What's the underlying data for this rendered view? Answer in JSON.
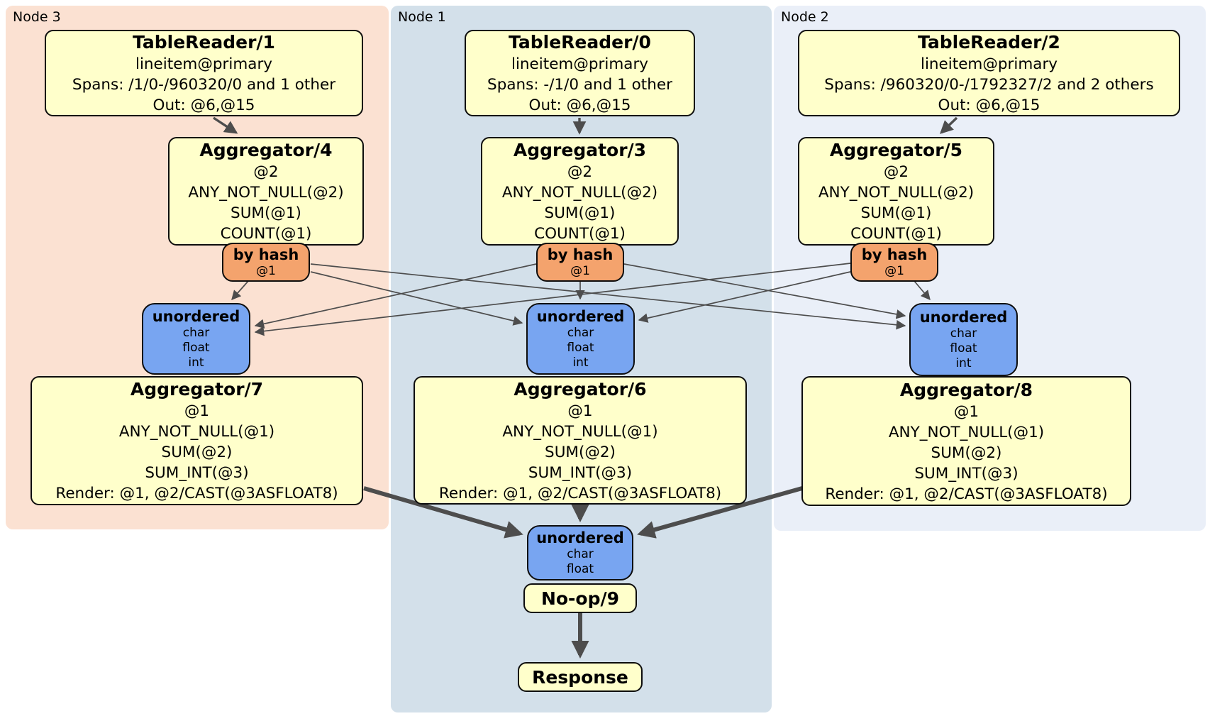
{
  "nodes": {
    "node3": {
      "label": "Node 3"
    },
    "node1": {
      "label": "Node 1"
    },
    "node2": {
      "label": "Node 2"
    }
  },
  "processors": {
    "tr1": {
      "title": "TableReader/1",
      "lines": [
        "lineitem@primary",
        "Spans: /1/0-/960320/0 and 1 other",
        "Out: @6,@15"
      ]
    },
    "agg4": {
      "title": "Aggregator/4",
      "lines": [
        "@2",
        "ANY_NOT_NULL(@2)",
        "SUM(@1)",
        "COUNT(@1)"
      ]
    },
    "agg7": {
      "title": "Aggregator/7",
      "lines": [
        "@1",
        "ANY_NOT_NULL(@1)",
        "SUM(@2)",
        "SUM_INT(@3)",
        "Render: @1, @2/CAST(@3ASFLOAT8)"
      ]
    },
    "tr0": {
      "title": "TableReader/0",
      "lines": [
        "lineitem@primary",
        "Spans: -/1/0 and 1 other",
        "Out: @6,@15"
      ]
    },
    "agg3": {
      "title": "Aggregator/3",
      "lines": [
        "@2",
        "ANY_NOT_NULL(@2)",
        "SUM(@1)",
        "COUNT(@1)"
      ]
    },
    "agg6": {
      "title": "Aggregator/6",
      "lines": [
        "@1",
        "ANY_NOT_NULL(@1)",
        "SUM(@2)",
        "SUM_INT(@3)",
        "Render: @1, @2/CAST(@3ASFLOAT8)"
      ]
    },
    "tr2": {
      "title": "TableReader/2",
      "lines": [
        "lineitem@primary",
        "Spans: /960320/0-/1792327/2 and 2 others",
        "Out: @6,@15"
      ]
    },
    "agg5": {
      "title": "Aggregator/5",
      "lines": [
        "@2",
        "ANY_NOT_NULL(@2)",
        "SUM(@1)",
        "COUNT(@1)"
      ]
    },
    "agg8": {
      "title": "Aggregator/8",
      "lines": [
        "@1",
        "ANY_NOT_NULL(@1)",
        "SUM(@2)",
        "SUM_INT(@3)",
        "Render: @1, @2/CAST(@3ASFLOAT8)"
      ]
    },
    "noop": {
      "title": "No-op/9"
    },
    "response": {
      "title": "Response"
    }
  },
  "routers": {
    "byhash3": {
      "title": "by hash",
      "key": "@1"
    },
    "byhash1": {
      "title": "by hash",
      "key": "@1"
    },
    "byhash2": {
      "title": "by hash",
      "key": "@1"
    }
  },
  "syncs": {
    "uno3": {
      "title": "unordered",
      "columns": [
        "char",
        "float",
        "int"
      ]
    },
    "uno1": {
      "title": "unordered",
      "columns": [
        "char",
        "float",
        "int"
      ]
    },
    "uno2": {
      "title": "unordered",
      "columns": [
        "char",
        "float",
        "int"
      ]
    },
    "unoFinal": {
      "title": "unordered",
      "columns": [
        "char",
        "float"
      ]
    }
  },
  "colors": {
    "node3-bg": "#fbe1d2",
    "node1-bg": "#d3e0ea",
    "node2-bg": "#eaeff8",
    "proc-bg": "#ffffcb",
    "router-bg": "#f4a36d",
    "sync-bg": "#78a5f1",
    "edge": "#4d4d4d"
  }
}
